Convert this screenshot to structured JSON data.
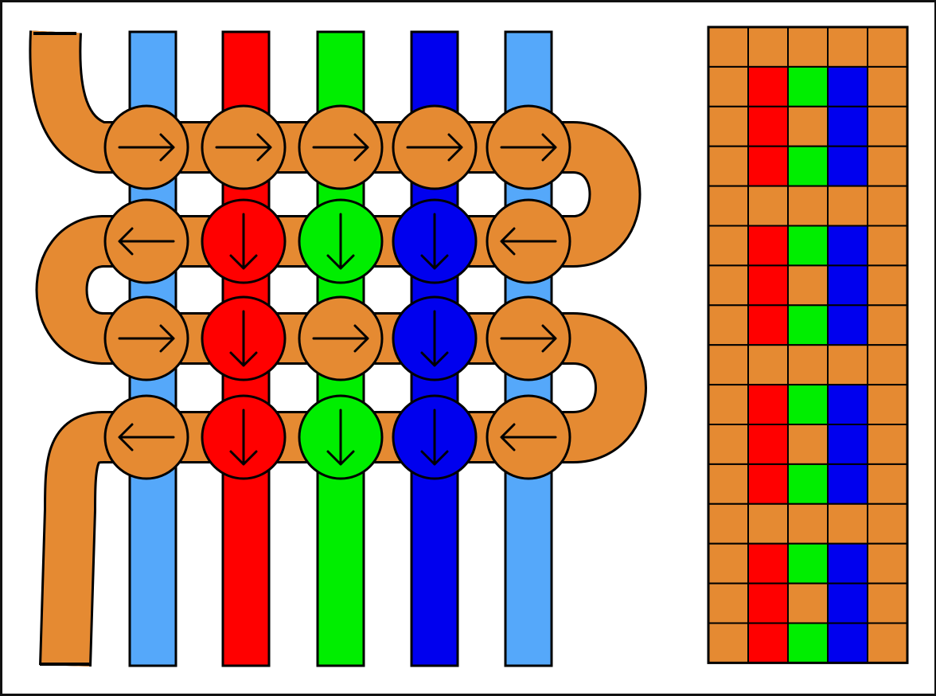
{
  "colors": {
    "orange": "#E58A32",
    "light_blue": "#55A8FA",
    "red": "#FF0000",
    "green": "#00EE00",
    "blue": "#0000EE",
    "outline": "#000000",
    "background": "#FFFFFF"
  },
  "warps": [
    "light_blue",
    "red",
    "green",
    "blue",
    "light_blue"
  ],
  "weft_color": "orange",
  "weave_rows": [
    {
      "direction": "right",
      "cells": [
        {
          "color": "orange",
          "arrow": "right"
        },
        {
          "color": "orange",
          "arrow": "right"
        },
        {
          "color": "orange",
          "arrow": "right"
        },
        {
          "color": "orange",
          "arrow": "right"
        },
        {
          "color": "orange",
          "arrow": "right"
        }
      ]
    },
    {
      "direction": "left",
      "cells": [
        {
          "color": "orange",
          "arrow": "left"
        },
        {
          "color": "red",
          "arrow": "down"
        },
        {
          "color": "green",
          "arrow": "down"
        },
        {
          "color": "blue",
          "arrow": "down"
        },
        {
          "color": "orange",
          "arrow": "left"
        }
      ]
    },
    {
      "direction": "right",
      "cells": [
        {
          "color": "orange",
          "arrow": "right"
        },
        {
          "color": "red",
          "arrow": "down"
        },
        {
          "color": "orange",
          "arrow": "right"
        },
        {
          "color": "blue",
          "arrow": "down"
        },
        {
          "color": "orange",
          "arrow": "right"
        }
      ]
    },
    {
      "direction": "left",
      "cells": [
        {
          "color": "orange",
          "arrow": "left"
        },
        {
          "color": "red",
          "arrow": "down"
        },
        {
          "color": "green",
          "arrow": "down"
        },
        {
          "color": "blue",
          "arrow": "down"
        },
        {
          "color": "orange",
          "arrow": "left"
        }
      ]
    }
  ],
  "pattern_grid": [
    [
      "orange",
      "orange",
      "orange",
      "orange",
      "orange"
    ],
    [
      "orange",
      "red",
      "green",
      "blue",
      "orange"
    ],
    [
      "orange",
      "red",
      "orange",
      "blue",
      "orange"
    ],
    [
      "orange",
      "red",
      "green",
      "blue",
      "orange"
    ],
    [
      "orange",
      "orange",
      "orange",
      "orange",
      "orange"
    ],
    [
      "orange",
      "red",
      "green",
      "blue",
      "orange"
    ],
    [
      "orange",
      "red",
      "orange",
      "blue",
      "orange"
    ],
    [
      "orange",
      "red",
      "green",
      "blue",
      "orange"
    ],
    [
      "orange",
      "orange",
      "orange",
      "orange",
      "orange"
    ],
    [
      "orange",
      "red",
      "green",
      "blue",
      "orange"
    ],
    [
      "orange",
      "red",
      "orange",
      "blue",
      "orange"
    ],
    [
      "orange",
      "red",
      "green",
      "blue",
      "orange"
    ],
    [
      "orange",
      "orange",
      "orange",
      "orange",
      "orange"
    ],
    [
      "orange",
      "red",
      "green",
      "blue",
      "orange"
    ],
    [
      "orange",
      "red",
      "orange",
      "blue",
      "orange"
    ],
    [
      "orange",
      "red",
      "green",
      "blue",
      "orange"
    ]
  ]
}
